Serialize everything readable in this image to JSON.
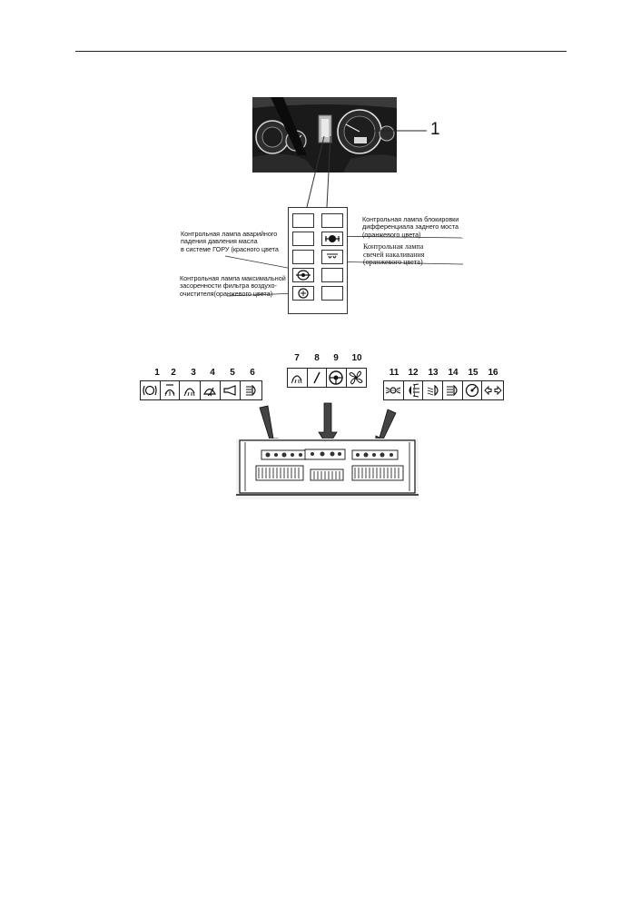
{
  "callout_label": "1",
  "lamp_notes": {
    "oil_pressure": "Контрольная лампа аварийного\nпадения давления масла\nв системе ГОРУ (красного цвета",
    "air_filter": "Контрольная лампа максимальной\nзасоренности фильтра воздухо-\nочистителя(оранжевого цвета)",
    "diff_lock": "Контрольная лампа блокировки\nдифференциала заднего моста\n(оранжевого цвета)",
    "glow_plugs": "Контрольная лампа\nсвечей накаливания\n(оранжевого цвета)"
  },
  "icon_groups": [
    {
      "name": "left",
      "numbers": [
        "1",
        "2",
        "3",
        "4",
        "5",
        "6"
      ],
      "icons": [
        "parking-brake-icon",
        "rear-work-light-icon",
        "work-light-icon",
        "wiper-icon",
        "horn-icon",
        "high-beam-icon"
      ]
    },
    {
      "name": "middle",
      "numbers": [
        "7",
        "8",
        "9",
        "10"
      ],
      "icons": [
        "front-work-light-icon",
        "washer-icon",
        "steering-icon",
        "fan-icon"
      ]
    },
    {
      "name": "right",
      "numbers": [
        "11",
        "12",
        "13",
        "14",
        "15",
        "16"
      ],
      "icons": [
        "side-lights-icon",
        "fog-light-icon",
        "low-beam-icon",
        "beam-icon",
        "tachometer-icon",
        "turn-signal-icon"
      ]
    }
  ],
  "colors": {
    "line": "#222222",
    "photo_bg": "#161616"
  }
}
